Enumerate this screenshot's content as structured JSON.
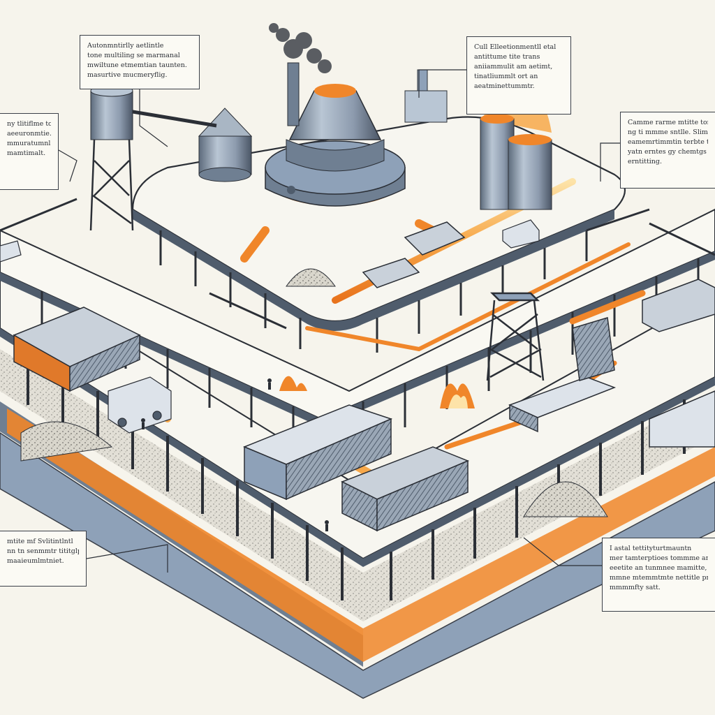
{
  "palette": {
    "background": "#f6f4ec",
    "steel": "#8ea1b8",
    "steel_dark": "#4f5c6c",
    "deck": "#f7f6f0",
    "orange": "#f0862a",
    "molten": "#f7a84a",
    "ink": "#2b2f36"
  },
  "callouts": [
    {
      "lines": [
        "Autonmntirlly aetlintle",
        "tone multiling se marmanal",
        "mwiltune etmemtian taunten.",
        "masurtive mucmeryflig."
      ]
    },
    {
      "lines": [
        "ny tlitiflme tonlit",
        "aeeuronmtie.",
        "mmuratumnlatiftin",
        "mamtimalt."
      ]
    },
    {
      "lines": [
        "Cull Elleetionmentll etal",
        "antittume tite trans",
        "aniiammulit am aetimt,",
        "tinatliummlt ort an",
        "aeatminettummtr."
      ]
    },
    {
      "lines": [
        "Camme rarme mtitte tomlitt",
        "ng ti mmme sntlle. Slimut",
        "eamemrtimmtin terbte tomte",
        "yatn erntes gy chemtgs",
        "erntitting."
      ]
    },
    {
      "lines": [
        "mtite mf Svlitintlntl",
        "nn tn senmmtr tititglpt;",
        "maaieumlmtniet."
      ]
    },
    {
      "lines": [
        "I astal tettityturtmauntn",
        "mer tamterptioes tommme amtmal",
        "eeetite an tunmnee mamitte,",
        "mmne mtemmtmte nettitle prenite",
        "mmmmfty satt."
      ]
    }
  ]
}
